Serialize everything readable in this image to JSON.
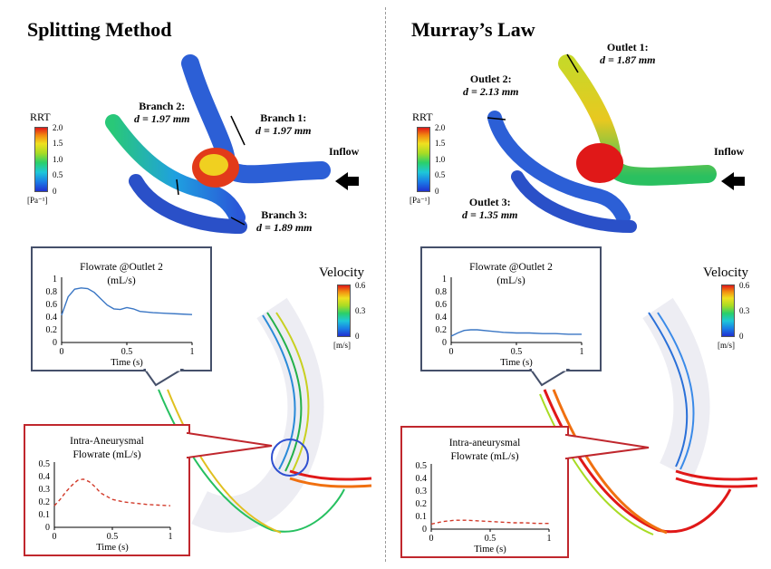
{
  "panels": [
    {
      "title": "Splitting Method",
      "labels": {
        "branch2": {
          "name": "Branch 2:",
          "d": "d = 1.97 mm"
        },
        "branch1": {
          "name": "Branch 1:",
          "d": "d = 1.97 mm"
        },
        "branch3": {
          "name": "Branch 3:",
          "d": "d = 1.89 mm"
        },
        "inflow": "Inflow"
      },
      "rrt": {
        "title": "RRT",
        "ticks": [
          "2.0",
          "1.5",
          "1.0",
          "0.5",
          "0"
        ],
        "unit": "[Pa⁻¹]"
      },
      "velocity": {
        "title": "Velocity",
        "ticks": [
          "0.6",
          "0.3",
          "0"
        ],
        "unit": "[m/s]"
      },
      "flow_outlet": {
        "title_line1": "Flowrate @Outlet 2",
        "title_line2": "(mL/s)",
        "y_ticks": [
          "1",
          "0.8",
          "0.6",
          "0.4",
          "0.2",
          "0"
        ],
        "x_ticks": [
          "0",
          "0.5",
          "1"
        ],
        "x_label": "Time (s)",
        "chart_data": {
          "type": "line",
          "x": [
            0,
            0.05,
            0.1,
            0.15,
            0.2,
            0.25,
            0.3,
            0.35,
            0.4,
            0.45,
            0.5,
            0.55,
            0.6,
            0.7,
            0.8,
            0.9,
            1.0
          ],
          "y": [
            0.43,
            0.72,
            0.84,
            0.86,
            0.85,
            0.79,
            0.69,
            0.59,
            0.53,
            0.52,
            0.55,
            0.53,
            0.49,
            0.47,
            0.46,
            0.45,
            0.44
          ],
          "ylim": [
            0,
            1
          ],
          "xlim": [
            0,
            1
          ],
          "colors": {
            "line": "#3a76c4"
          }
        }
      },
      "flow_aneurysm": {
        "title_line1": "Intra-Aneurysmal",
        "title_line2": "Flowrate (mL/s)",
        "y_ticks": [
          "0.5",
          "0.4",
          "0.3",
          "0.2",
          "0.1",
          "0"
        ],
        "x_ticks": [
          "0",
          "0.5",
          "1"
        ],
        "x_label": "Time (s)",
        "chart_data": {
          "type": "line",
          "x": [
            0,
            0.05,
            0.1,
            0.15,
            0.2,
            0.25,
            0.3,
            0.35,
            0.4,
            0.5,
            0.6,
            0.7,
            0.8,
            0.9,
            1.0
          ],
          "y": [
            0.17,
            0.22,
            0.28,
            0.33,
            0.37,
            0.38,
            0.36,
            0.32,
            0.27,
            0.22,
            0.2,
            0.19,
            0.18,
            0.175,
            0.17
          ],
          "ylim": [
            0,
            0.5
          ],
          "xlim": [
            0,
            1
          ],
          "colors": {
            "line": "#d23a2a"
          }
        }
      }
    },
    {
      "title": "Murray’s Law",
      "labels": {
        "outlet1": {
          "name": "Outlet 1:",
          "d": "d = 1.87 mm"
        },
        "outlet2": {
          "name": "Outlet 2:",
          "d": "d = 2.13 mm"
        },
        "outlet3": {
          "name": "Outlet 3:",
          "d": "d = 1.35 mm"
        },
        "inflow": "Inflow"
      },
      "rrt": {
        "title": "RRT",
        "ticks": [
          "2.0",
          "1.5",
          "1.0",
          "0.5",
          "0"
        ],
        "unit": "[Pa⁻¹]"
      },
      "velocity": {
        "title": "Velocity",
        "ticks": [
          "0.6",
          "0.3",
          "0"
        ],
        "unit": "[m/s]"
      },
      "flow_outlet": {
        "title_line1": "Flowrate @Outlet 2",
        "title_line2": "(mL/s)",
        "y_ticks": [
          "1",
          "0.8",
          "0.6",
          "0.4",
          "0.2",
          "0"
        ],
        "x_ticks": [
          "0",
          "0.5",
          "1"
        ],
        "x_label": "Time (s)",
        "chart_data": {
          "type": "line",
          "x": [
            0,
            0.05,
            0.1,
            0.15,
            0.2,
            0.3,
            0.4,
            0.5,
            0.6,
            0.7,
            0.8,
            0.9,
            1.0
          ],
          "y": [
            0.1,
            0.15,
            0.19,
            0.2,
            0.2,
            0.18,
            0.16,
            0.15,
            0.15,
            0.14,
            0.14,
            0.13,
            0.13
          ],
          "ylim": [
            0,
            1
          ],
          "xlim": [
            0,
            1
          ],
          "colors": {
            "line": "#3a76c4"
          }
        }
      },
      "flow_aneurysm": {
        "title_line1": "Intra-aneurysmal",
        "title_line2": "Flowrate (mL/s)",
        "y_ticks": [
          "0.5",
          "0.4",
          "0.3",
          "0.2",
          "0.1",
          "0"
        ],
        "x_ticks": [
          "0",
          "0.5",
          "1"
        ],
        "x_label": "Time (s)",
        "chart_data": {
          "type": "line",
          "x": [
            0,
            0.1,
            0.2,
            0.3,
            0.4,
            0.5,
            0.6,
            0.7,
            0.8,
            0.9,
            1.0
          ],
          "y": [
            0.04,
            0.06,
            0.07,
            0.07,
            0.065,
            0.06,
            0.055,
            0.05,
            0.05,
            0.045,
            0.045
          ],
          "ylim": [
            0,
            0.5
          ],
          "xlim": [
            0,
            1
          ],
          "colors": {
            "line": "#d23a2a"
          }
        }
      }
    }
  ]
}
